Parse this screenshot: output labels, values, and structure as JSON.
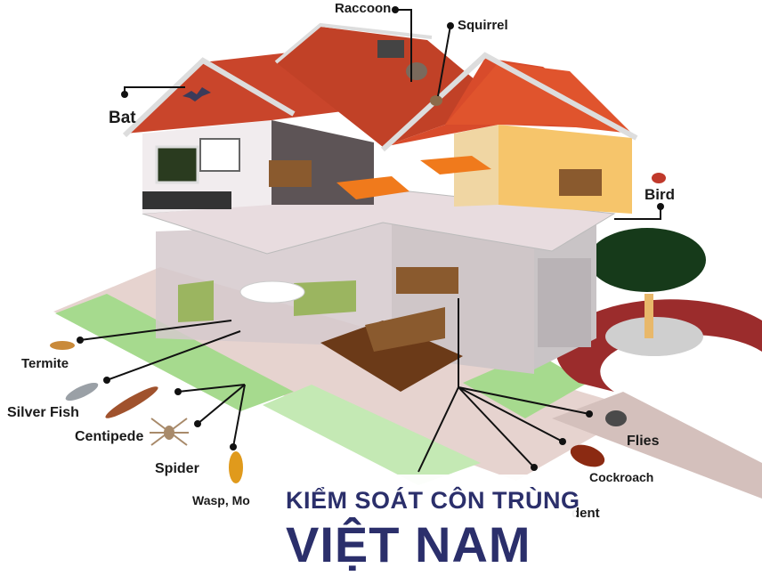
{
  "labels": {
    "raccoon": "Raccoon",
    "squirrel": "Squirrel",
    "bat": "Bat",
    "bird": "Bird",
    "termite": "Termite",
    "silver_fish": "Silver Fish",
    "centipede": "Centipede",
    "spider": "Spider",
    "wasp": "Wasp, Mo",
    "flies": "Flies",
    "cockroach": "Cockroach",
    "rodent": "dent"
  },
  "watermark": {
    "line1": "KIỂM SOÁT CÔN TRÙNG",
    "line2": "VIỆT NAM"
  },
  "colors": {
    "roof": "#c9452b",
    "roof_dark": "#a63521",
    "lawn": "#9fd48a",
    "wall_yellow": "#f6c56b",
    "watermark_text": "#2b2f6b"
  }
}
